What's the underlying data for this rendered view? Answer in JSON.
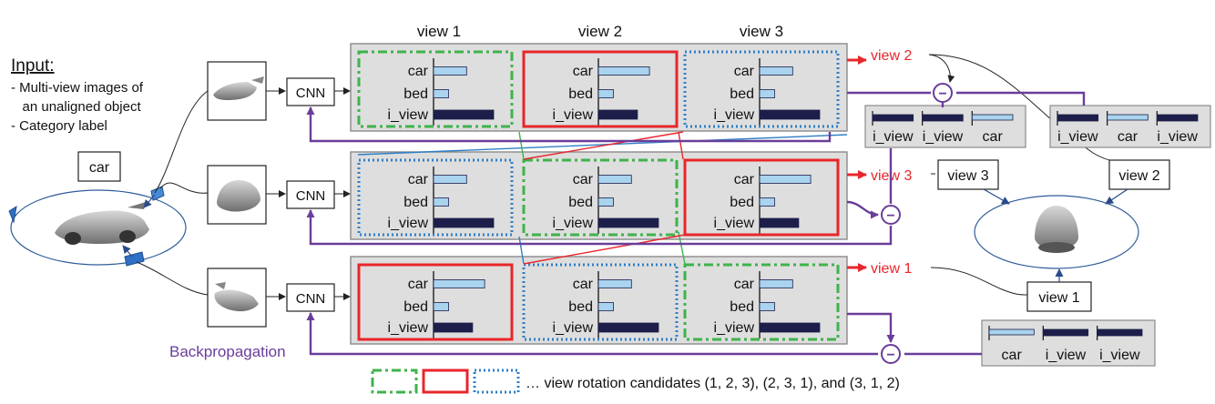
{
  "input": {
    "title": "Input:",
    "items": [
      "- Multi-view images of",
      "   an unaligned object",
      "- Category label"
    ]
  },
  "category_label": "car",
  "cnn_label": "CNN",
  "view_headers": [
    "view 1",
    "view 2",
    "view 3"
  ],
  "bar_labels": [
    "car",
    "bed",
    "i_view"
  ],
  "panels": [
    {
      "cells": [
        {
          "car": 0.55,
          "bed": 0.25,
          "i_view": 1.0
        },
        {
          "car": 0.85,
          "bed": 0.25,
          "i_view": 0.65
        },
        {
          "car": 0.55,
          "bed": 0.25,
          "i_view": 1.0
        }
      ],
      "output_label": "view 2"
    },
    {
      "cells": [
        {
          "car": 0.55,
          "bed": 0.25,
          "i_view": 1.0
        },
        {
          "car": 0.55,
          "bed": 0.25,
          "i_view": 1.0
        },
        {
          "car": 0.85,
          "bed": 0.25,
          "i_view": 0.65
        }
      ],
      "output_label": "view 3"
    },
    {
      "cells": [
        {
          "car": 0.85,
          "bed": 0.25,
          "i_view": 0.65
        },
        {
          "car": 0.55,
          "bed": 0.25,
          "i_view": 1.0
        },
        {
          "car": 0.55,
          "bed": 0.25,
          "i_view": 1.0
        }
      ],
      "output_label": "view 1"
    }
  ],
  "target_boxes": [
    {
      "labels": [
        "i_view",
        "i_view",
        "car"
      ]
    },
    {
      "labels": [
        "i_view",
        "car",
        "i_view"
      ]
    },
    {
      "labels": [
        "car",
        "i_view",
        "i_view"
      ]
    }
  ],
  "estimated_views": [
    "view 3",
    "view 2",
    "view 1"
  ],
  "minus_symbol": "−",
  "backprop_label": "Backpropagation",
  "legend_text": "… view rotation candidates (1, 2, 3), (2, 3, 1), and (3, 1, 2)",
  "colors": {
    "red": "#e8262b",
    "green": "#3fb34a",
    "blue": "#2f7fc6",
    "purple": "#6a3d9a",
    "bar_light": "#a9d3ee",
    "bar_dark": "#1d1f4a",
    "panel": "#dedede"
  }
}
